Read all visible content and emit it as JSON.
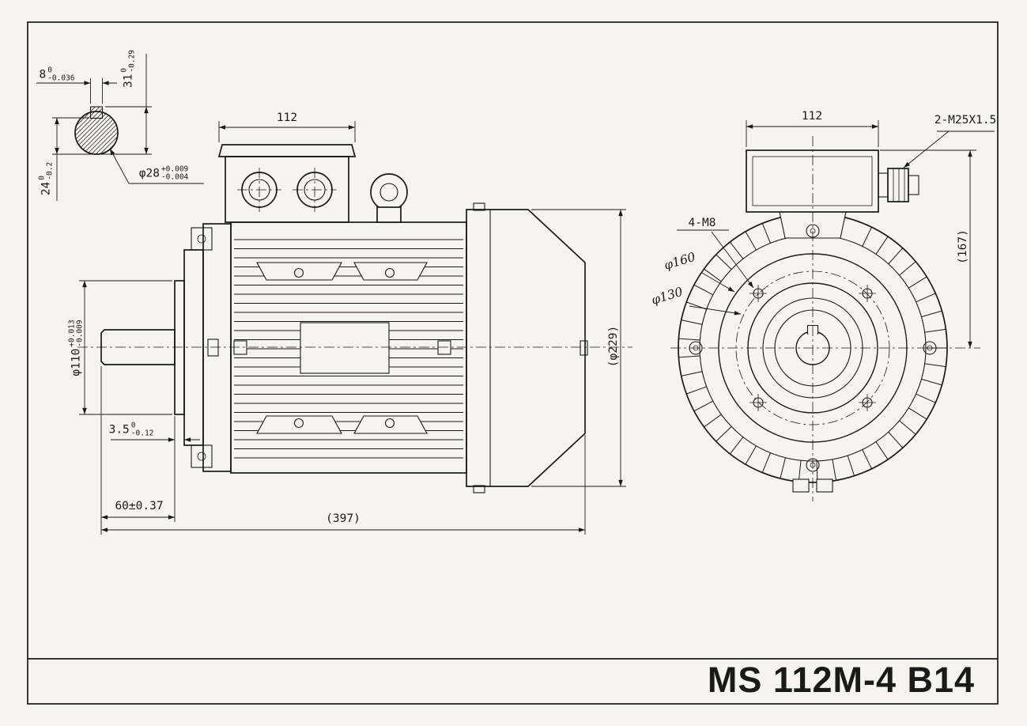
{
  "colors": {
    "background": "#f6f4ee",
    "line": "#1a1a1a"
  },
  "title_block": {
    "model": "MS 112M-4 B14"
  },
  "labels": {
    "key_width": {
      "main": "8",
      "upper": "0",
      "lower": "-0.036"
    },
    "key_total_height": {
      "main": "31",
      "upper": "0",
      "lower": "-0.29"
    },
    "shaft_flat": {
      "main": "24",
      "upper": "0",
      "lower": "-0.2"
    },
    "shaft_diameter": {
      "main": "φ28",
      "upper": "+0.009",
      "lower": "-0.004"
    },
    "box_width_side": "112",
    "box_width_front": "112",
    "cable_gland": "2-M25X1.5",
    "flange_holes": "4-M8",
    "flange_spigot_circle": "φ160",
    "bolt_circle": "φ130",
    "box_height": "(167)",
    "frame_diameter": "(φ229)",
    "spigot_diameter": {
      "main": "φ110",
      "upper": "+0.013",
      "lower": "-0.009"
    },
    "spigot_depth": {
      "main": "3.5",
      "upper": "0",
      "lower": "-0.12"
    },
    "shaft_extension_length": "60±0.37",
    "overall_length": "(397)"
  }
}
